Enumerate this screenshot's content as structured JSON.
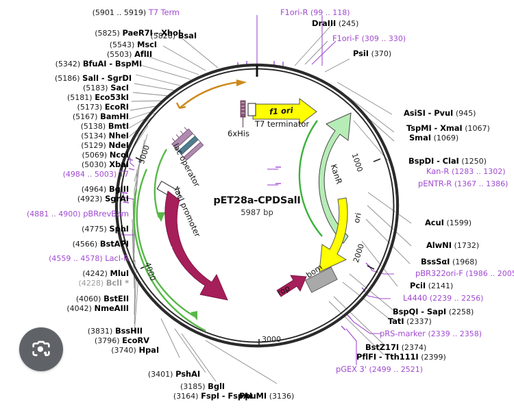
{
  "plasmid": {
    "name": "pET28a-CPDSalI",
    "size": "5987 bp",
    "ruler_ticks": [
      "1000",
      "2000",
      "3000",
      "4000",
      "5000"
    ],
    "origin_tick": ""
  },
  "features": [
    {
      "name": "T7 terminator",
      "kind": "terminator"
    },
    {
      "name": "6xHis",
      "kind": "tag"
    },
    {
      "name": "f1 ori",
      "kind": "ori",
      "color": "#ffff00"
    },
    {
      "name": "KanR",
      "kind": "cds",
      "color": "#b6ecb6"
    },
    {
      "name": "ori",
      "kind": "ori",
      "color": "#ffff00"
    },
    {
      "name": "bom",
      "kind": "misc",
      "color": "#a9a9a9"
    },
    {
      "name": "rop",
      "kind": "cds",
      "color": "#a61e5a"
    },
    {
      "name": "lacI",
      "kind": "cds",
      "color": "#a61e5a"
    },
    {
      "name": "lacI promoter",
      "kind": "promoter"
    },
    {
      "name": "lac operator",
      "kind": "operator"
    }
  ],
  "sites": {
    "top_left": [
      {
        "pos": "(5901 .. 5919)",
        "name": "T7 Term",
        "style": "purple",
        "order": "pos-first"
      },
      {
        "pos": "(5828)",
        "name": "BsaI",
        "style": "black",
        "order": "pos-first"
      },
      {
        "pos": "(5825)",
        "name": "PaeR7I - XhoI",
        "style": "black",
        "order": "pos-first"
      },
      {
        "pos": "(5543)",
        "name": "MscI",
        "style": "black",
        "order": "pos-first"
      },
      {
        "pos": "(5503)",
        "name": "AflII",
        "style": "black",
        "order": "pos-first"
      },
      {
        "pos": "(5342)",
        "name": "BfuAI - BspMI",
        "style": "black",
        "order": "pos-first"
      },
      {
        "pos": "(5186)",
        "name": "SalI  - SgrDI",
        "style": "black",
        "order": "pos-first"
      },
      {
        "pos": "(5183)",
        "name": "SacI",
        "style": "black",
        "order": "pos-first"
      },
      {
        "pos": "(5181)",
        "name": "Eco53kI",
        "style": "black",
        "order": "pos-first"
      },
      {
        "pos": "(5173)",
        "name": "EcoRI",
        "style": "black",
        "order": "pos-first"
      },
      {
        "pos": "(5167)",
        "name": "BamHI",
        "style": "black",
        "order": "pos-first"
      },
      {
        "pos": "(5138)",
        "name": "BmtI",
        "style": "black",
        "order": "pos-first"
      },
      {
        "pos": "(5134)",
        "name": "NheI",
        "style": "black",
        "order": "pos-first"
      },
      {
        "pos": "(5129)",
        "name": "NdeI",
        "style": "black",
        "order": "pos-first"
      },
      {
        "pos": "(5069)",
        "name": "NcoI",
        "style": "black",
        "order": "pos-first"
      },
      {
        "pos": "(5030)",
        "name": "XbaI",
        "style": "black",
        "order": "pos-first"
      },
      {
        "pos": "(4984 .. 5003)",
        "name": "T7",
        "style": "purple",
        "order": "pos-first"
      },
      {
        "pos": "(4964)",
        "name": "BglII",
        "style": "black",
        "order": "pos-first"
      },
      {
        "pos": "(4923)",
        "name": "SgrAI",
        "style": "black",
        "order": "pos-first"
      },
      {
        "pos": "(4881 .. 4900)",
        "name": "pBRrevBam",
        "style": "purple",
        "order": "pos-first"
      },
      {
        "pos": "(4775)",
        "name": "SphI",
        "style": "black",
        "order": "pos-first"
      },
      {
        "pos": "(4566)",
        "name": "BstAPI",
        "style": "black",
        "order": "pos-first"
      },
      {
        "pos": "(4559 .. 4578)",
        "name": "LacI-R",
        "style": "purple",
        "order": "pos-first"
      },
      {
        "pos": "(4242)",
        "name": "MluI",
        "style": "black",
        "order": "pos-first"
      },
      {
        "pos": "(4228)",
        "name": "BclI *",
        "style": "ghost",
        "order": "pos-first"
      },
      {
        "pos": "(4060)",
        "name": "BstEII",
        "style": "black",
        "order": "pos-first"
      },
      {
        "pos": "(4042)",
        "name": "NmeAIII",
        "style": "black",
        "order": "pos-first"
      },
      {
        "pos": "(3831)",
        "name": "BssHII",
        "style": "black",
        "order": "pos-first"
      },
      {
        "pos": "(3796)",
        "name": "EcoRV",
        "style": "black",
        "order": "pos-first"
      },
      {
        "pos": "(3740)",
        "name": "HpaI",
        "style": "black",
        "order": "pos-first"
      },
      {
        "pos": "(3401)",
        "name": "PshAI",
        "style": "black",
        "order": "pos-first"
      },
      {
        "pos": "(3185)",
        "name": "BglI",
        "style": "black",
        "order": "pos-first"
      },
      {
        "pos": "(3164)",
        "name": "FspI - FspAI",
        "style": "black",
        "order": "pos-first"
      }
    ],
    "bottom": [
      {
        "name": "PpuMI",
        "pos": "(3136)",
        "style": "black",
        "order": "name-first"
      }
    ],
    "top_right": [
      {
        "name": "F1ori-R",
        "pos": "(99 .. 118)",
        "style": "purple",
        "order": "name-first"
      },
      {
        "name": "DraIII",
        "pos": "(245)",
        "style": "black",
        "order": "name-first"
      },
      {
        "name": "F1ori-F",
        "pos": "(309 .. 330)",
        "style": "purple",
        "order": "name-first"
      },
      {
        "name": "PsiI",
        "pos": "(370)",
        "style": "black",
        "order": "name-first"
      },
      {
        "name": "AsiSI  - PvuI",
        "pos": "(945)",
        "style": "black",
        "order": "name-first"
      },
      {
        "name": "TspMI  - XmaI",
        "pos": "(1067)",
        "style": "black",
        "order": "name-first"
      },
      {
        "name": "SmaI",
        "pos": "(1069)",
        "style": "black",
        "order": "name-first"
      },
      {
        "name": "BspDI  - ClaI",
        "pos": "(1250)",
        "style": "black",
        "order": "name-first"
      },
      {
        "name": "Kan-R",
        "pos": "(1283 .. 1302)",
        "style": "purple",
        "order": "name-first"
      },
      {
        "name": "pENTR-R",
        "pos": "(1367 .. 1386)",
        "style": "purple",
        "order": "name-first"
      },
      {
        "name": "AcuI",
        "pos": "(1599)",
        "style": "black",
        "order": "name-first"
      },
      {
        "name": "AlwNI",
        "pos": "(1732)",
        "style": "black",
        "order": "name-first"
      },
      {
        "name": "BssSαI",
        "pos": "(1968)",
        "style": "black",
        "order": "name-first"
      },
      {
        "name": "pBR322ori-F",
        "pos": "(1986 .. 2005)",
        "style": "purple",
        "order": "name-first"
      },
      {
        "name": "PciI",
        "pos": "(2141)",
        "style": "black",
        "order": "name-first"
      },
      {
        "name": "L4440",
        "pos": "(2239 .. 2256)",
        "style": "purple",
        "order": "name-first"
      },
      {
        "name": "BspQI  - SapI",
        "pos": "(2258)",
        "style": "black",
        "order": "name-first"
      },
      {
        "name": "TatI",
        "pos": "(2337)",
        "style": "black",
        "order": "name-first"
      },
      {
        "name": "pRS-marker",
        "pos": "(2339 .. 2358)",
        "style": "purple",
        "order": "name-first"
      },
      {
        "name": "BstZ17I",
        "pos": "(2374)",
        "style": "black",
        "order": "name-first"
      },
      {
        "name": "PflFI - Tth111I",
        "pos": "(2399)",
        "style": "black",
        "order": "name-first"
      },
      {
        "name": "pGEX 3'",
        "pos": "(2499 .. 2521)",
        "style": "purple",
        "order": "name-first"
      }
    ]
  },
  "overlay": {
    "lens_button": "google-lens"
  },
  "colors": {
    "purple": "#a04ad0",
    "kanr": "#b6ecb6",
    "ori_yellow": "#ffff00",
    "laci_magenta": "#a61e5a",
    "bom_gray": "#a9a9a9",
    "promoter_green": "#57b847",
    "t7_orange": "#cc8a1e",
    "backbone": "#2b2b2b"
  }
}
